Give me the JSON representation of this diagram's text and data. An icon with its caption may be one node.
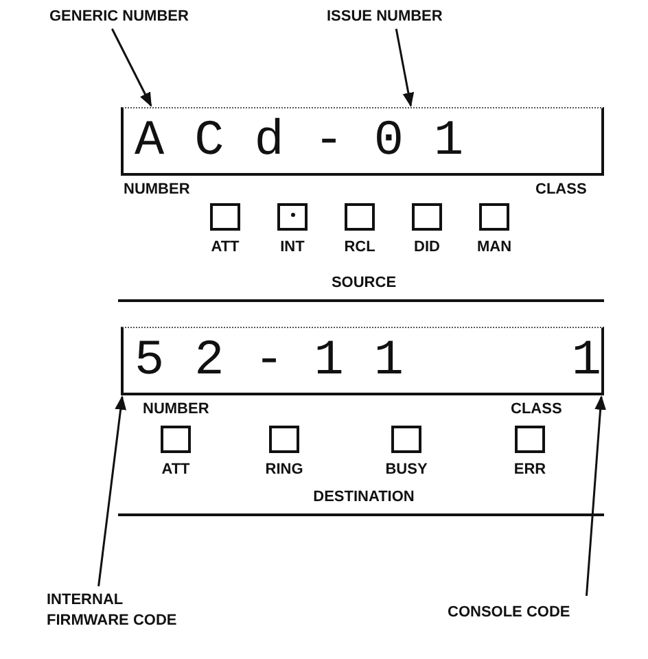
{
  "diagram": {
    "nodes": [
      {
        "text": [
          "GENERIC NUMBER"
        ]
      },
      {
        "text": [
          "ISSUE NUMBER"
        ]
      },
      {
        "text": [
          "ACd-01"
        ]
      },
      {
        "text": [
          "ATT"
        ]
      },
      {
        "text": [
          "INT"
        ]
      },
      {
        "text": [
          "RCL"
        ]
      },
      {
        "text": [
          "DID"
        ]
      },
      {
        "text": [
          "MAN"
        ]
      },
      {
        "text": [
          "52-11",
          "1"
        ]
      },
      {
        "text": [
          "ATT"
        ]
      },
      {
        "text": [
          "RING"
        ]
      },
      {
        "text": [
          "BUSY"
        ]
      },
      {
        "text": [
          "ERR"
        ]
      },
      {
        "text": [
          "INTERNAL FIRMWARE CODE"
        ]
      },
      {
        "text": [
          "CONSOLE CODE"
        ]
      }
    ],
    "edges": [
      {
        "from": 0,
        "to": 2,
        "arrow": "to"
      },
      {
        "from": 1,
        "to": 2,
        "arrow": "to"
      },
      {
        "from": 13,
        "to": 8,
        "arrow": "to"
      },
      {
        "from": 14,
        "to": 8,
        "arrow": "to"
      }
    ],
    "labels": [
      "NUMBER",
      "CLASS",
      "SOURCE",
      "NUMBER",
      "CLASS",
      "DESTINATION"
    ]
  }
}
